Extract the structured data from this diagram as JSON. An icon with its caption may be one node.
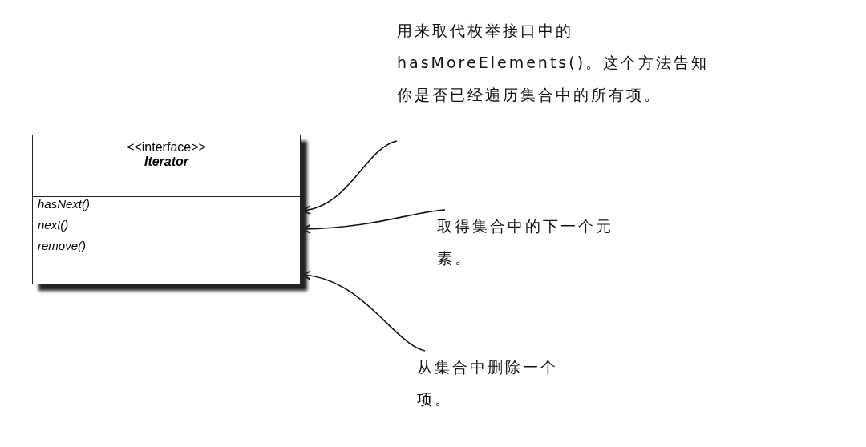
{
  "diagram": {
    "nodes": [
      {
        "text": [
          "<<interface>>",
          "Iterator"
        ]
      },
      {
        "text": [
          "hasNext()"
        ],
        "in": 0
      },
      {
        "text": [
          "next()"
        ],
        "in": 0
      },
      {
        "text": [
          "remove()"
        ],
        "in": 0
      },
      {
        "text": [
          "用来取代枚举接口中的hasMoreElements()。这个方法告知你是否已经遍历集合中的所有项。"
        ]
      },
      {
        "text": [
          "取得集合中的下一个元素。"
        ]
      },
      {
        "text": [
          "从集合中删除一个项。"
        ]
      }
    ],
    "edges": [
      {
        "from": 4,
        "to": 0,
        "arrow": "to"
      },
      {
        "from": 5,
        "to": 0,
        "arrow": "to"
      },
      {
        "from": 6,
        "to": 0,
        "arrow": "to"
      }
    ]
  }
}
